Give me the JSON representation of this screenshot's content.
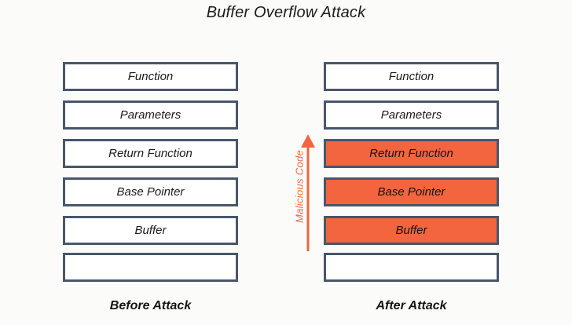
{
  "title": "Buffer Overflow Attack",
  "colors": {
    "background": "#fbfcfa",
    "box_border": "#49566b",
    "box_fill_normal": "#ffffff",
    "box_fill_malicious": "#f2653f",
    "accent": "#f2653f",
    "text": "#1b1b1b"
  },
  "annotation": {
    "label": "Malicious Code",
    "arrow_icon": "arrow-up-icon",
    "direction": "up"
  },
  "stacks": [
    {
      "id": "before",
      "caption": "Before Attack",
      "boxes": [
        {
          "label": "Function",
          "malicious": false
        },
        {
          "label": "Parameters",
          "malicious": false
        },
        {
          "label": "Return Function",
          "malicious": false
        },
        {
          "label": "Base Pointer",
          "malicious": false
        },
        {
          "label": "Buffer",
          "malicious": false
        },
        {
          "label": "",
          "malicious": false
        }
      ]
    },
    {
      "id": "after",
      "caption": "After Attack",
      "boxes": [
        {
          "label": "Function",
          "malicious": false
        },
        {
          "label": "Parameters",
          "malicious": false
        },
        {
          "label": "Return Function",
          "malicious": true
        },
        {
          "label": "Base Pointer",
          "malicious": true
        },
        {
          "label": "Buffer",
          "malicious": true
        },
        {
          "label": "",
          "malicious": false
        }
      ]
    }
  ]
}
